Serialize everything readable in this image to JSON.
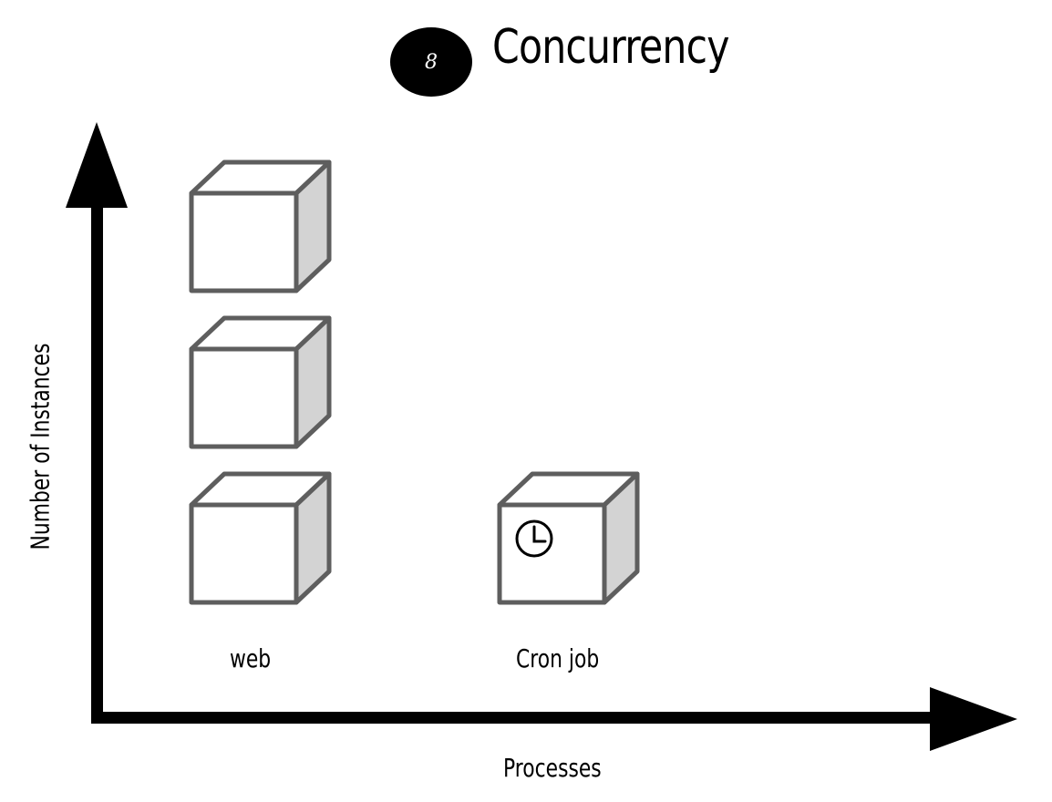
{
  "header": {
    "badge_number": "8",
    "title": "Concurrency"
  },
  "axes": {
    "x_label": "Processes",
    "y_label": "Number of Instances"
  },
  "processes": [
    {
      "label": "web",
      "instances": 3,
      "icon": "none"
    },
    {
      "label": "Cron job",
      "instances": 1,
      "icon": "clock-icon"
    }
  ],
  "colors": {
    "box_stroke": "#5e5e5e",
    "box_side": "#d3d3d3",
    "box_front": "#ffffff",
    "axis": "#000000"
  }
}
